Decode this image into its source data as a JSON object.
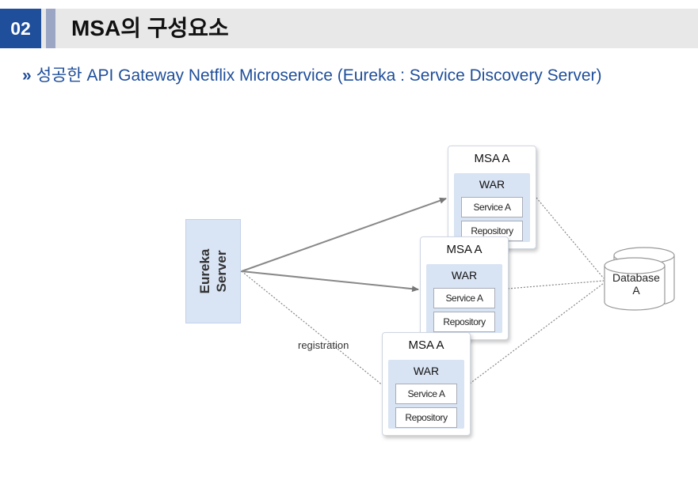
{
  "header": {
    "section_number": "02",
    "title": "MSA의 구성요소"
  },
  "subtitle": {
    "chevron": "»",
    "text": "성공한 API Gateway Netflix Microservice (Eureka : Service Discovery Server)"
  },
  "diagram": {
    "eureka_server": {
      "label_line1": "Eureka",
      "label_line2": "Server"
    },
    "services": [
      {
        "title": "MSA A",
        "container": "WAR",
        "service": "Service A",
        "repository": "Repository"
      },
      {
        "title": "MSA A",
        "container": "WAR",
        "service": "Service A",
        "repository": "Repository"
      },
      {
        "title": "MSA A",
        "container": "WAR",
        "service": "Service A",
        "repository": "Repository"
      }
    ],
    "database": {
      "label_line1": "Database",
      "label_line2": "A"
    },
    "registration_label": "registration"
  },
  "colors": {
    "brand_blue": "#1f4e9a",
    "accent_gray_blue": "#9aa6c4",
    "header_bg": "#e8e8e8",
    "eureka_fill": "#d9e4f4",
    "war_fill": "#d8e3f3"
  }
}
